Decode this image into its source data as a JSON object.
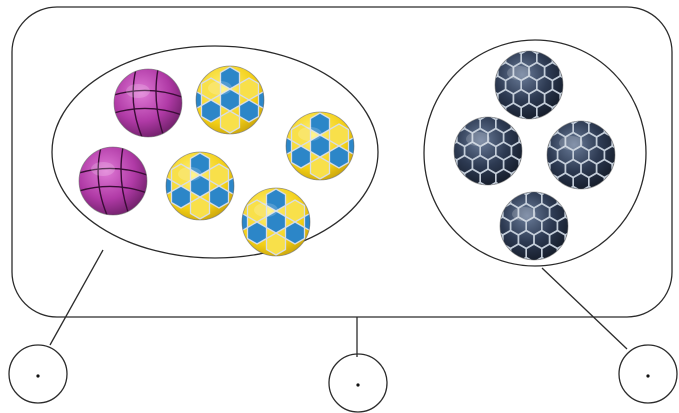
{
  "diagram": {
    "groups": [
      {
        "name": "left-set",
        "balls": [
          "purple",
          "purple",
          "yellow-blue",
          "yellow-blue",
          "yellow-blue",
          "yellow-blue"
        ]
      },
      {
        "name": "right-set",
        "balls": [
          "dark-blue",
          "dark-blue",
          "dark-blue",
          "dark-blue"
        ]
      }
    ],
    "answer_circles": [
      "",
      "",
      ""
    ],
    "colors": {
      "outline": "#2b2b2b",
      "purple_ball": "#a2339a",
      "yellow_ball": "#f3d21a",
      "blue_patch": "#2c86c8",
      "dark_ball": "#2a3445"
    }
  }
}
